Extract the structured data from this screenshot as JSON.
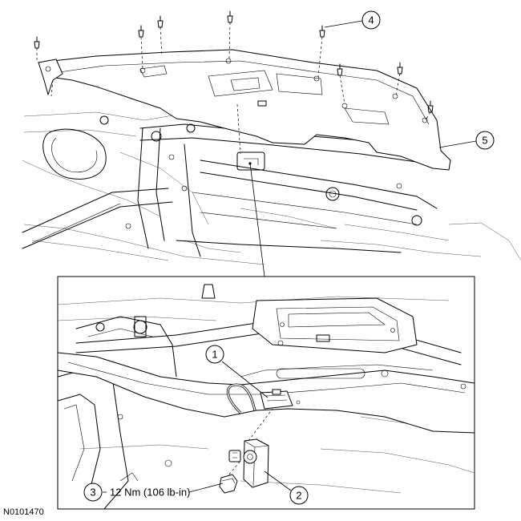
{
  "figure_id": "N0101470",
  "callouts": [
    {
      "number": "1"
    },
    {
      "number": "2"
    },
    {
      "number": "3",
      "note": "12 Nm (106 lb-in)"
    },
    {
      "number": "4"
    },
    {
      "number": "5"
    }
  ]
}
